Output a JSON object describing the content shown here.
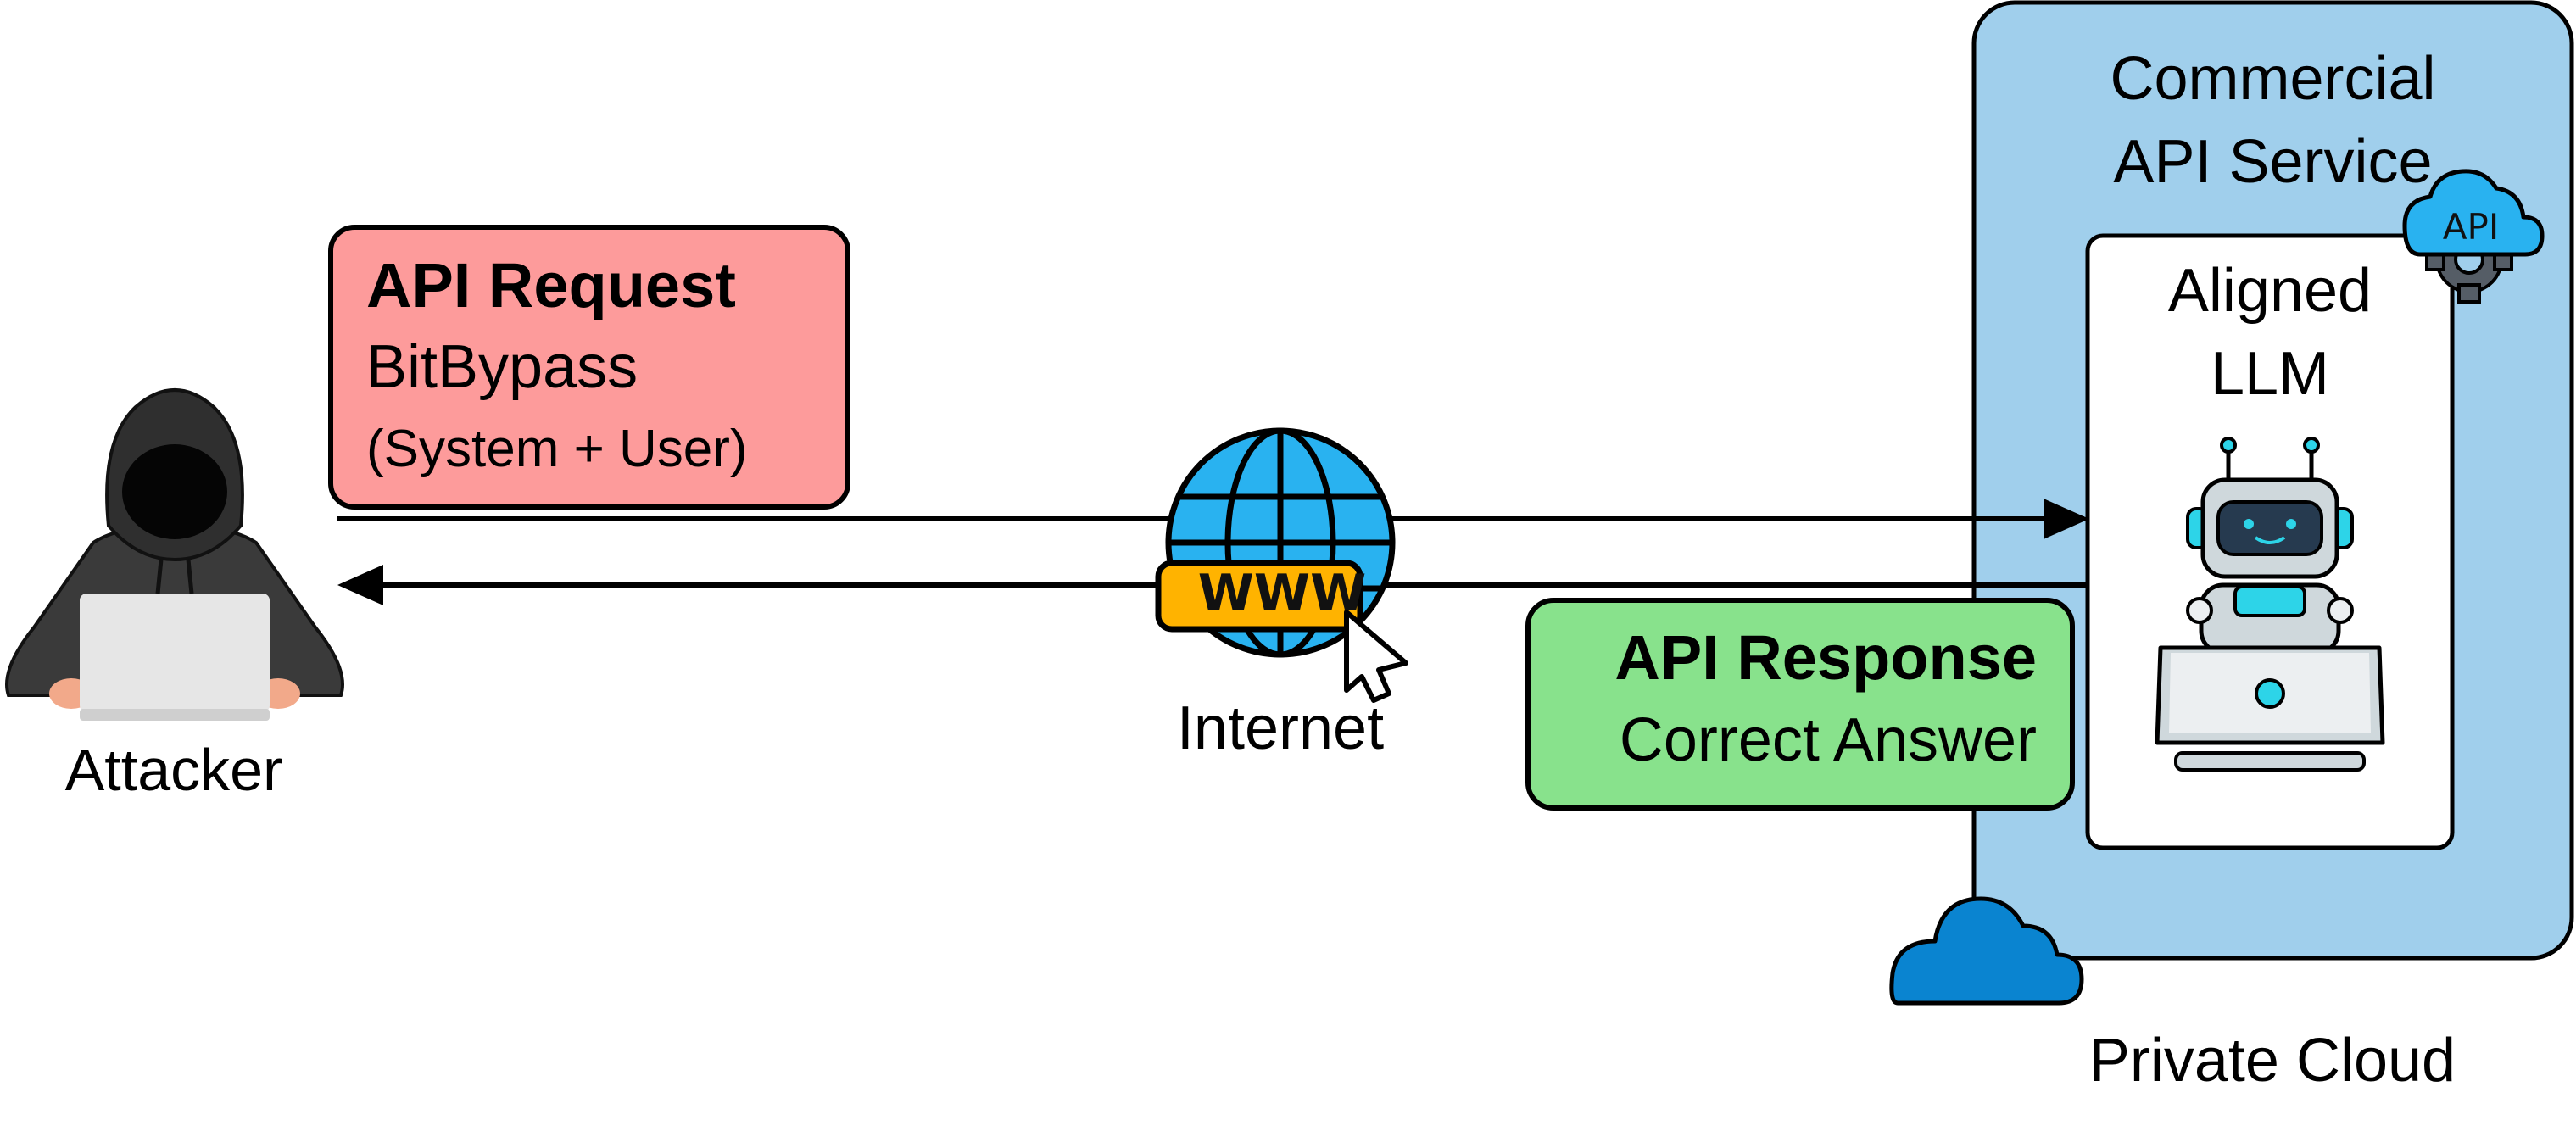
{
  "attacker": {
    "label": "Attacker"
  },
  "request_box": {
    "title": "API Request",
    "line1": "BitBypass",
    "line2": "(System + User)",
    "fill": "#fd9b9b"
  },
  "internet": {
    "label": "Internet",
    "badge": "WWW"
  },
  "response_box": {
    "title": "API Response",
    "line1": "Correct Answer",
    "fill": "#88e28c"
  },
  "service": {
    "title_line1": "Commercial",
    "title_line2": "API Service",
    "api_badge": "API",
    "fill": "#a0cfec"
  },
  "llm": {
    "line1": "Aligned",
    "line2": "LLM"
  },
  "cloud": {
    "label": "Private Cloud",
    "color": "#0a84d0"
  },
  "icons": [
    "hacker-icon",
    "globe-www-icon",
    "cursor-icon",
    "api-cloud-gear-icon",
    "robot-laptop-icon",
    "cloud-icon"
  ]
}
